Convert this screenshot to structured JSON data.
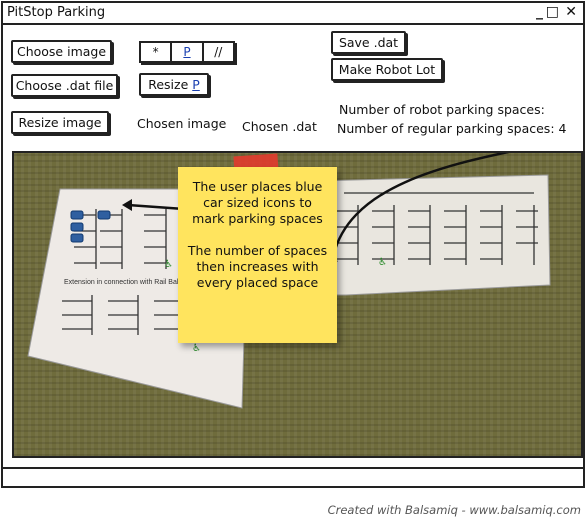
{
  "window": {
    "title": "PitStop Parking",
    "controls": [
      "_",
      "□",
      "✕"
    ]
  },
  "toolbar": {
    "choose_image": "Choose image",
    "choose_dat": "Choose .dat file",
    "resize_image": "Resize image",
    "seg_all": "*",
    "seg_p": "P",
    "seg_lines": "//",
    "resize_p_prefix": "Resize ",
    "resize_p_link": "P",
    "save_dat": "Save .dat",
    "make_robot_lot": "Make Robot Lot"
  },
  "info": {
    "chosen_image": "Chosen image",
    "chosen_dat": "Chosen .dat",
    "robot_spaces": "Number of robot parking spaces:",
    "regular_spaces": "Number of regular parking spaces: 4"
  },
  "map": {
    "caption": "Extension in connection with Rail Baltica Pas"
  },
  "note": {
    "line1": "The user places blue car sized icons to mark parking spaces",
    "line2": "The number of spaces then increases with every placed space",
    "color": "#ffe45e",
    "tape_color": "#e23b2e"
  },
  "footer": "Created with Balsamiq - www.balsamiq.com"
}
